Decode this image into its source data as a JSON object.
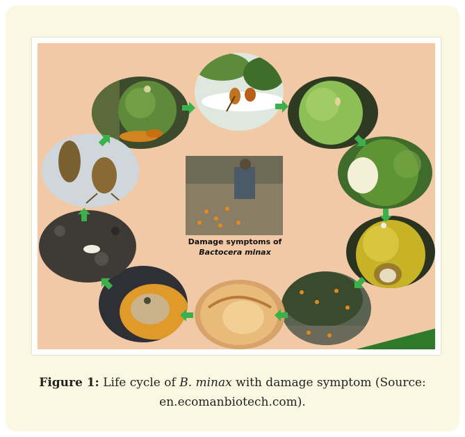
{
  "figure": {
    "center_caption_line1": "Damage symptoms of",
    "center_caption_species": "Bactocera minax",
    "stages": [
      "fruit-with-flies",
      "flies-on-leaf",
      "green-fruit-puncture",
      "cut-fruit",
      "yellowing-fruit",
      "fallen-fruit-tree",
      "rotting-fruit-larvae",
      "decayed-fruit",
      "larva-in-soil",
      "pupae"
    ]
  },
  "caption": {
    "label": "Figure 1:",
    "text_before": " Life cycle of ",
    "species": "B. minax",
    "text_after": " with damage symptom (Source: en.ecomanbiotech.com)."
  },
  "colors": {
    "background_panel": "#fbf8e2",
    "figure_background": "#f2c9a6",
    "arrow": "#3cb04a"
  }
}
